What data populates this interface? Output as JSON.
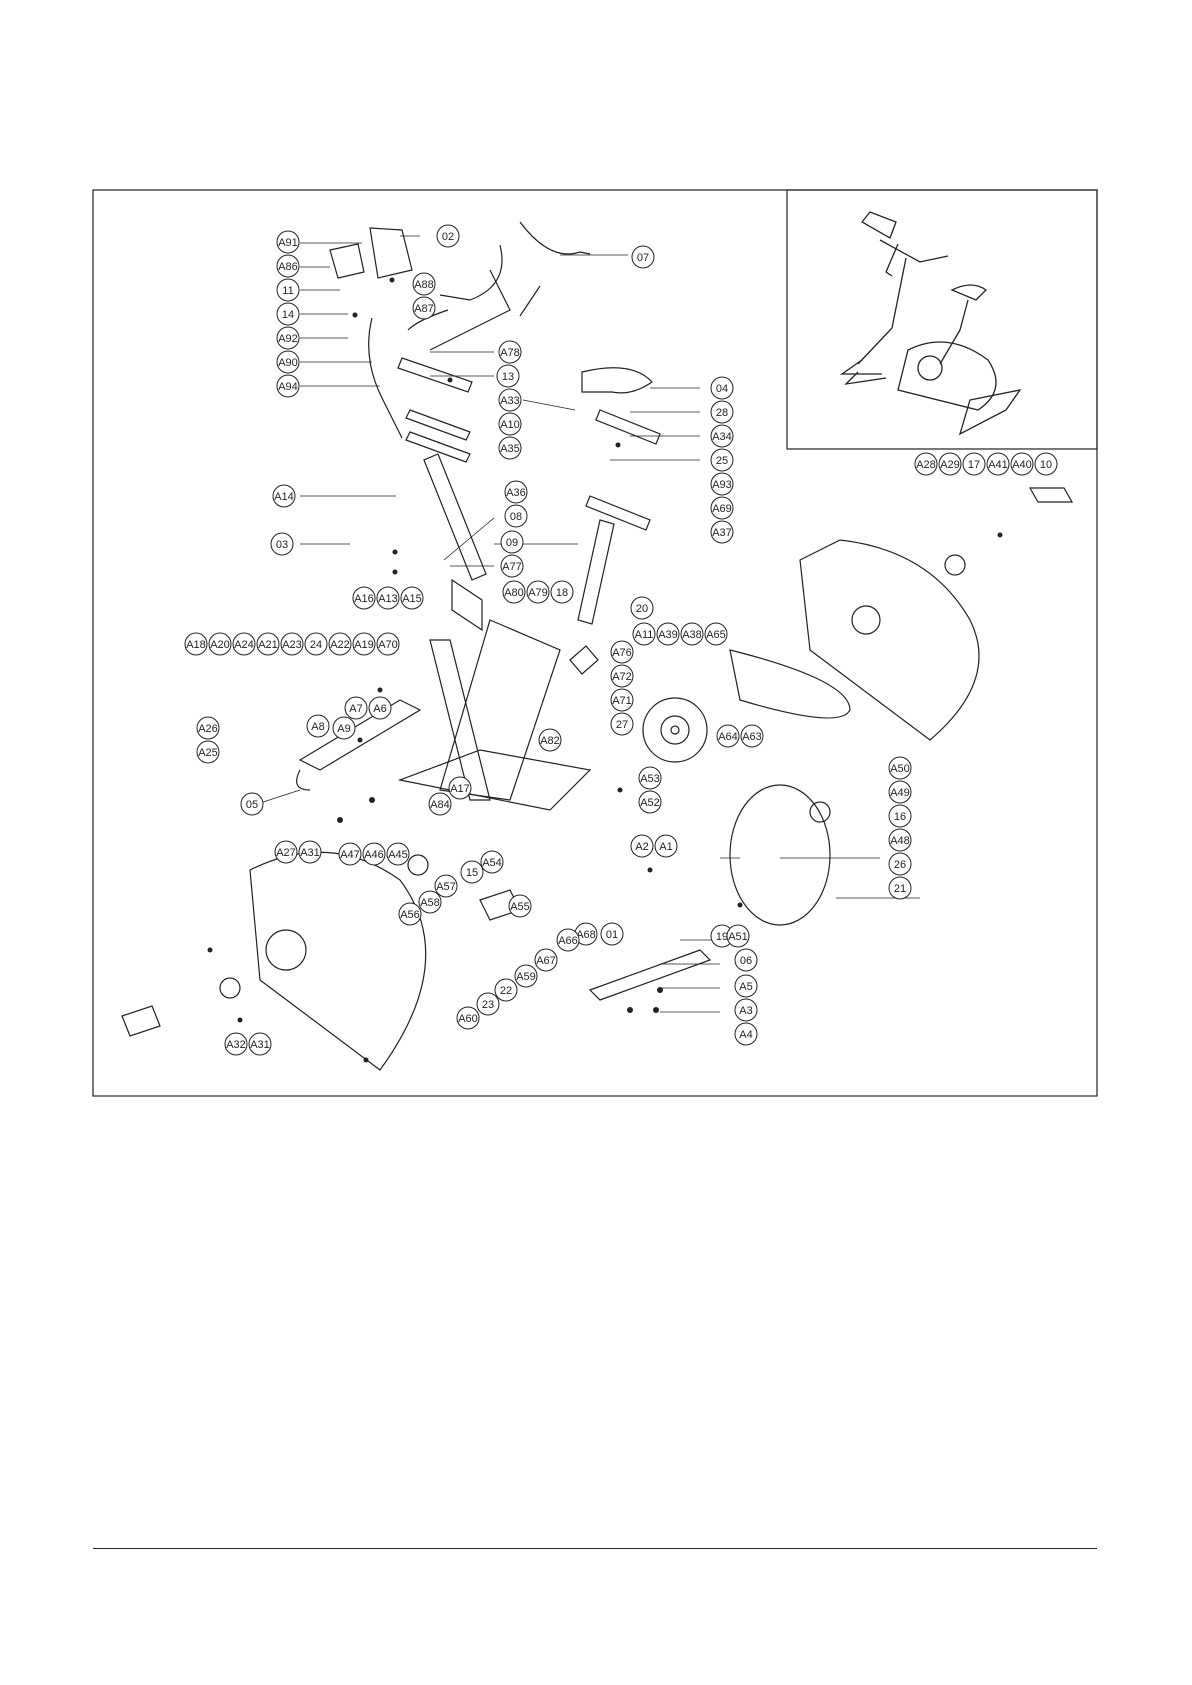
{
  "labels": [
    "A91",
    "A86",
    "11",
    "14",
    "A92",
    "A90",
    "A94",
    "02",
    "A88",
    "A87",
    "07",
    "A78",
    "13",
    "A33",
    "A10",
    "A35",
    "04",
    "28",
    "A34",
    "25",
    "A93",
    "A36",
    "A69",
    "A37",
    "A14",
    "08",
    "03",
    "09",
    "A77",
    "A16",
    "A13",
    "A15",
    "A80",
    "A79",
    "18",
    "20",
    "A11",
    "A39",
    "A38",
    "A65",
    "A18",
    "A20",
    "A24",
    "A21",
    "A23",
    "24",
    "A22",
    "A19",
    "A70",
    "A76",
    "A72",
    "A71",
    "27",
    "A26",
    "A25",
    "A7",
    "A6",
    "A8",
    "A9",
    "A82",
    "A53",
    "A52",
    "05",
    "A17",
    "A84",
    "A64",
    "A63",
    "A50",
    "A49",
    "16",
    "A48",
    "26",
    "21",
    "A27",
    "A31",
    "A47",
    "A46",
    "A45",
    "A54",
    "15",
    "A57",
    "A58",
    "A56",
    "A55",
    "A2",
    "A1",
    "A68",
    "01",
    "19",
    "A51",
    "06",
    "A66",
    "A67",
    "A59",
    "22",
    "23",
    "A60",
    "A5",
    "A3",
    "A4",
    "A32",
    "A31",
    "A28",
    "A29",
    "17",
    "A41",
    "A40",
    "10"
  ],
  "icons": {
    "main": "exploded-view-bike-diagram",
    "inset": "assembled-bike-icon"
  }
}
